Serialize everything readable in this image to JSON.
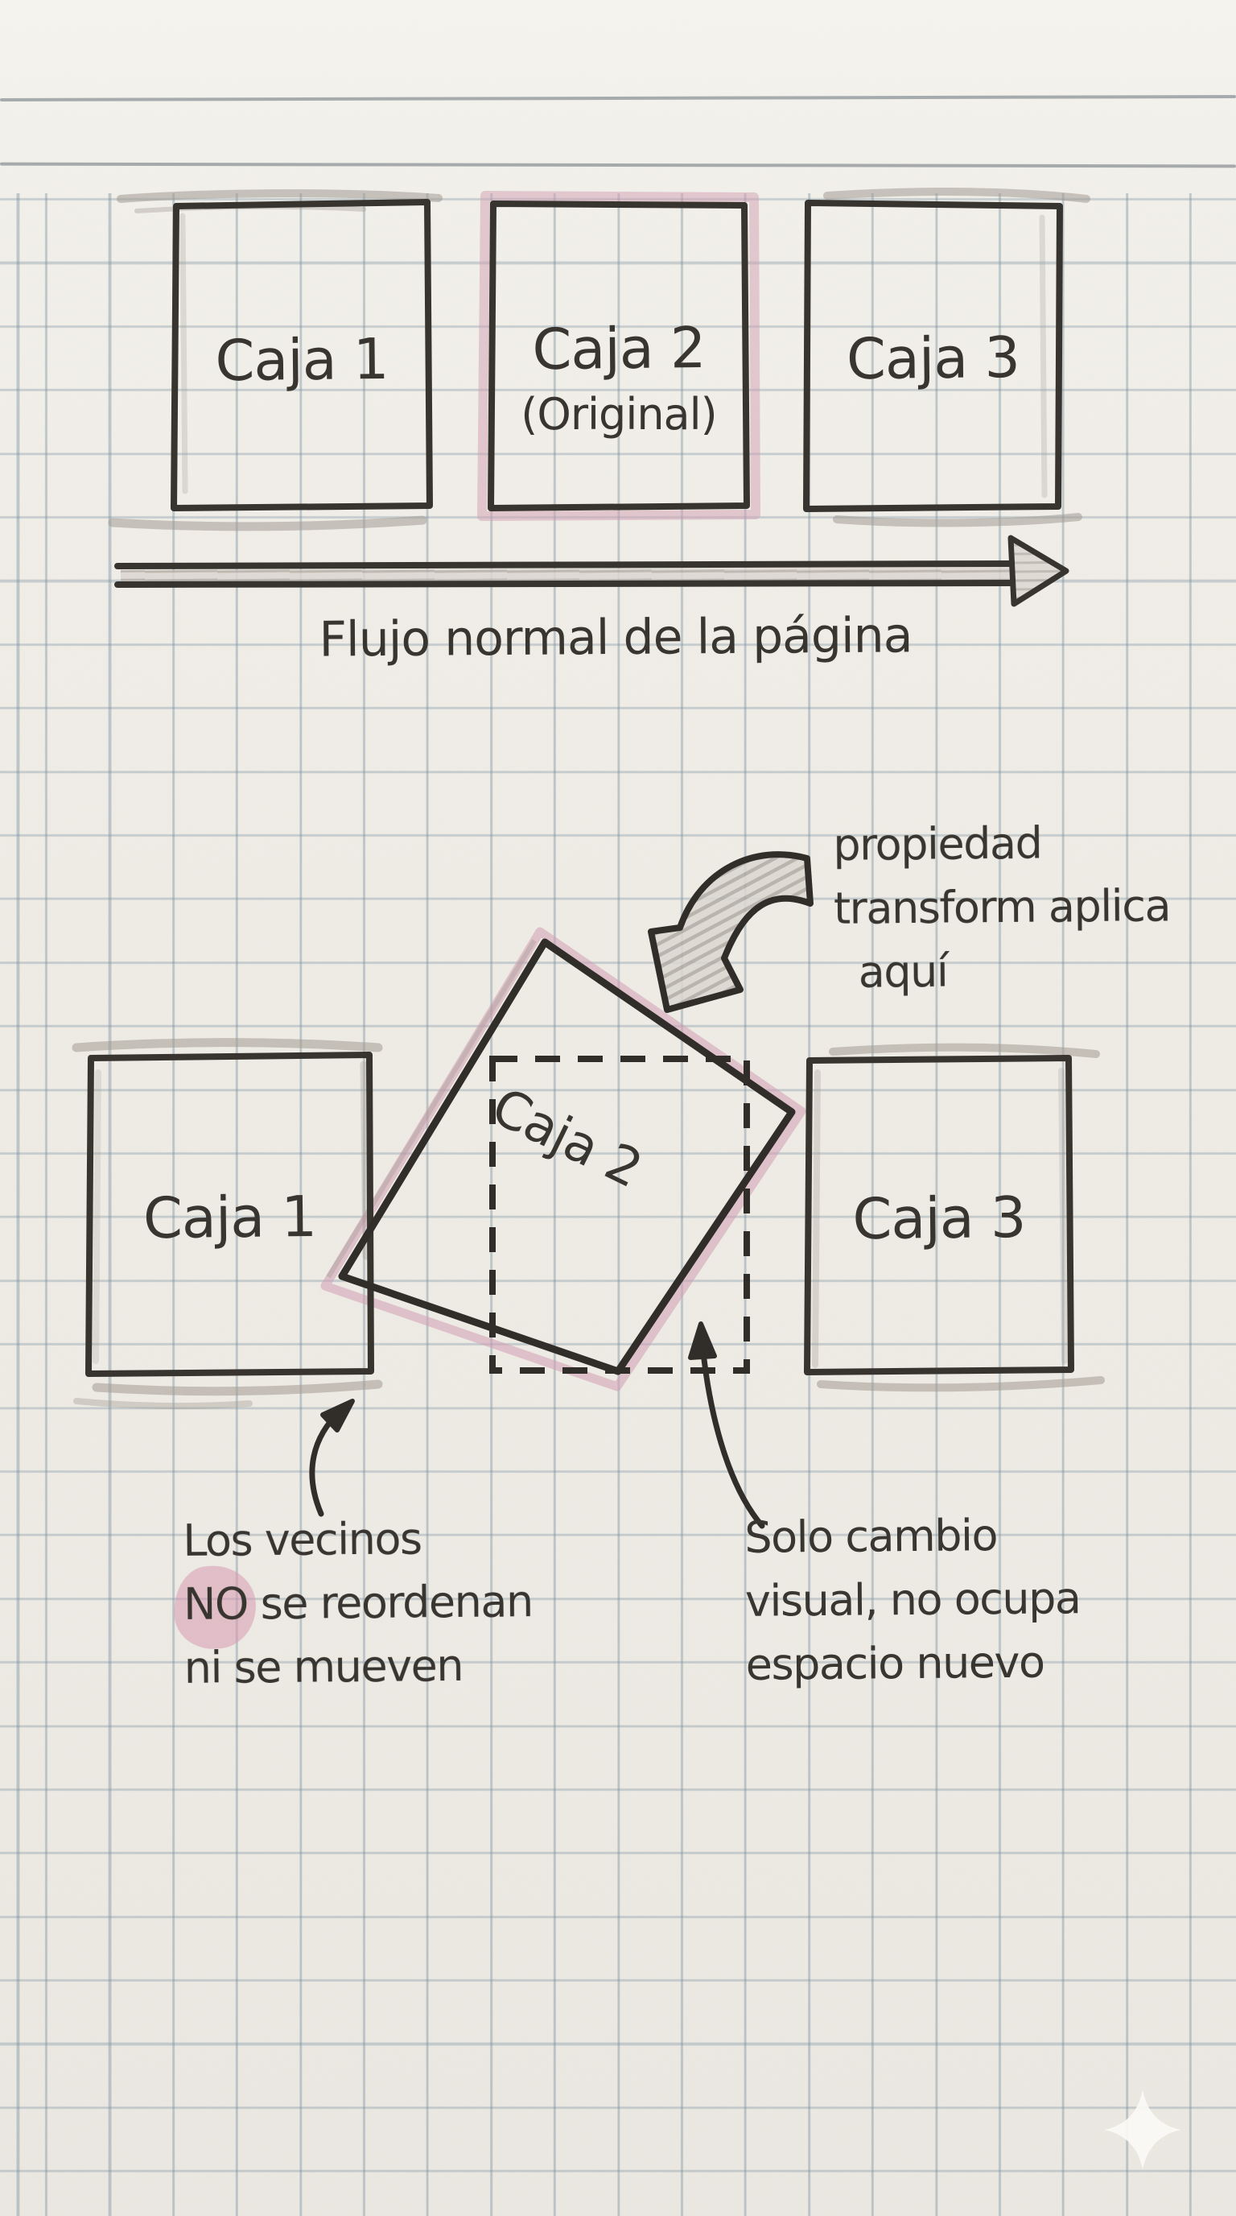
{
  "top_row": {
    "box1_label": "Caja 1",
    "box2_label": "Caja 2",
    "box2_sublabel": "(Original)",
    "box3_label": "Caja 3"
  },
  "flow": {
    "caption": "Flujo normal de la página"
  },
  "bottom_row": {
    "box1_label": "Caja 1",
    "box2_label": "Caja 2",
    "box3_label": "Caja 3"
  },
  "annotations": {
    "transform_note": {
      "line1": "propiedad",
      "line2": "transform aplica",
      "line3": "aquí"
    },
    "neighbors_note": {
      "line1": "Los vecinos",
      "highlight": "NO",
      "line2_rest": "se reordenan",
      "line3": "ni se mueven"
    },
    "visual_note": {
      "line1": "Solo cambio",
      "line2": "visual, no ocupa",
      "line3": "espacio nuevo"
    }
  },
  "icons": {
    "sparkle": "sparkle-icon"
  },
  "colors": {
    "paper": "#f0ede7",
    "grid_line": "#768ea0",
    "ruled_line": "#768088",
    "ink": "#35312c",
    "pencil": "#9b948c",
    "rose": "#d49fb4",
    "rose_marker": "#d999b0",
    "sparkle": "#fcfbf7"
  }
}
